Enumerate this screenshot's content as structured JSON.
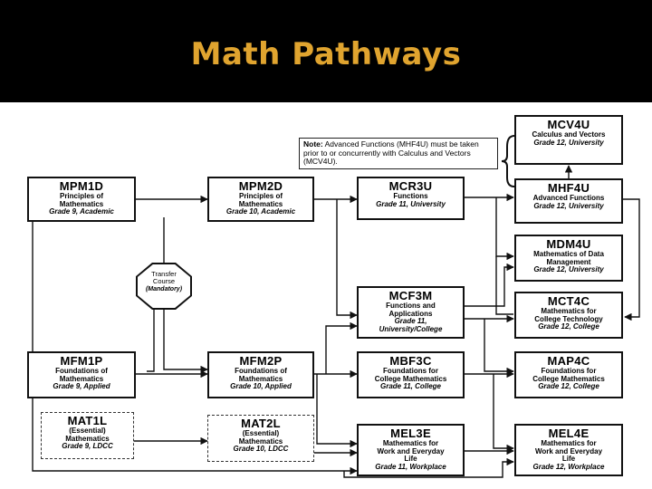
{
  "title": "Math Pathways",
  "note": {
    "label": "Note:",
    "text": "Advanced Functions (MHF4U) must be taken prior to or concurrently with Calculus and Vectors (MCV4U)."
  },
  "transfer": {
    "lines": [
      "Transfer",
      "Course",
      "(Mandatory)"
    ]
  },
  "courses": {
    "mpm1d": {
      "code": "MPM1D",
      "lines": [
        "Principles of",
        "Mathematics",
        "Grade 9, Academic"
      ]
    },
    "mpm2d": {
      "code": "MPM2D",
      "lines": [
        "Principles of",
        "Mathematics",
        "Grade 10, Academic"
      ]
    },
    "mcr3u": {
      "code": "MCR3U",
      "lines": [
        "Functions",
        "Grade 11, University"
      ]
    },
    "mhf4u": {
      "code": "MHF4U",
      "lines": [
        "Advanced Functions",
        "Grade 12, University"
      ]
    },
    "mcv4u": {
      "code": "MCV4U",
      "lines": [
        "Calculus and Vectors",
        "Grade 12, University"
      ]
    },
    "mdm4u": {
      "code": "MDM4U",
      "lines": [
        "Mathematics of Data",
        "Management",
        "Grade 12, University"
      ]
    },
    "mcf3m": {
      "code": "MCF3M",
      "lines": [
        "Functions and",
        "Applications",
        "Grade 11,",
        "University/College"
      ]
    },
    "mct4c": {
      "code": "MCT4C",
      "lines": [
        "Mathematics for",
        "College Technology",
        "Grade 12, College"
      ]
    },
    "mfm1p": {
      "code": "MFM1P",
      "lines": [
        "Foundations of",
        "Mathematics",
        "Grade 9, Applied"
      ]
    },
    "mfm2p": {
      "code": "MFM2P",
      "lines": [
        "Foundations of",
        "Mathematics",
        "Grade 10, Applied"
      ]
    },
    "mbf3c": {
      "code": "MBF3C",
      "lines": [
        "Foundations for",
        "College Mathematics",
        "Grade 11, College"
      ]
    },
    "map4c": {
      "code": "MAP4C",
      "lines": [
        "Foundations for",
        "College Mathematics",
        "Grade 12, College"
      ]
    },
    "mat1l": {
      "code": "MAT1L",
      "lines": [
        "(Essential)",
        "Mathematics",
        "Grade 9, LDCC"
      ]
    },
    "mat2l": {
      "code": "MAT2L",
      "lines": [
        "(Essential)",
        "Mathematics",
        "Grade 10, LDCC"
      ]
    },
    "mel3e": {
      "code": "MEL3E",
      "lines": [
        "Mathematics for",
        "Work and Everyday",
        "Life",
        "Grade 11, Workplace"
      ]
    },
    "mel4e": {
      "code": "MEL4E",
      "lines": [
        "Mathematics for",
        "Work and Everyday",
        "Life",
        "Grade 12, Workplace"
      ]
    }
  }
}
